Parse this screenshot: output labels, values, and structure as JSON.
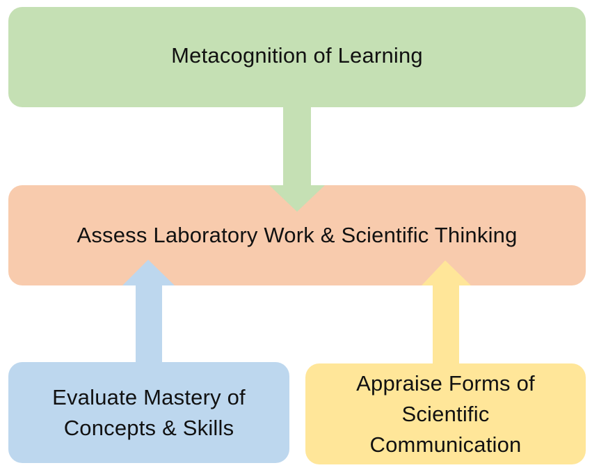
{
  "diagram": {
    "type": "flow",
    "nodes": [
      {
        "id": "metacognition",
        "label": "Metacognition of Learning",
        "color": "#C5E0B4"
      },
      {
        "id": "assess",
        "label": "Assess Laboratory Work & Scientific Thinking",
        "color": "#F8CBAD"
      },
      {
        "id": "evaluate",
        "label": "Evaluate Mastery of Concepts & Skills",
        "line1": "Evaluate Mastery of",
        "line2": "Concepts & Skills",
        "color": "#BDD7EE"
      },
      {
        "id": "appraise",
        "label": "Appraise Forms of Scientific Communication",
        "line1": "Appraise Forms of",
        "line2": "Scientific",
        "line3": "Communication",
        "color": "#FFE699"
      }
    ],
    "edges": [
      {
        "from": "metacognition",
        "to": "assess",
        "color": "#C5E0B4",
        "direction": "down"
      },
      {
        "from": "evaluate",
        "to": "assess",
        "color": "#BDD7EE",
        "direction": "up"
      },
      {
        "from": "appraise",
        "to": "assess",
        "color": "#FFE699",
        "direction": "up"
      }
    ]
  },
  "colors": {
    "green": "#C5E0B4",
    "peach": "#F8CBAD",
    "blue": "#BDD7EE",
    "yellow": "#FFE699",
    "text": "#111111"
  }
}
